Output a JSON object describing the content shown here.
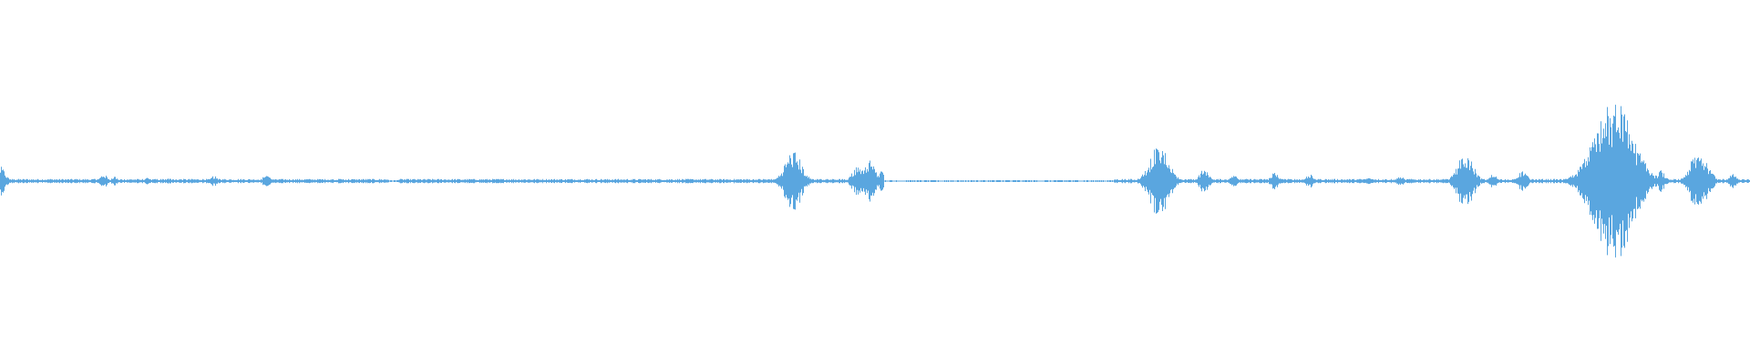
{
  "waveform": {
    "color": "#5aa6df",
    "duration_fraction_visible": 1.0,
    "baseline_amplitude": 0.008,
    "quiet_regions": [
      [
        0.222,
        0.227
      ],
      [
        0.505,
        0.636
      ]
    ],
    "peaks": [
      {
        "t": 0.0,
        "amp": 0.08
      },
      {
        "t": 0.059,
        "amp": 0.04
      },
      {
        "t": 0.065,
        "amp": 0.025
      },
      {
        "t": 0.084,
        "amp": 0.02
      },
      {
        "t": 0.096,
        "amp": 0.02
      },
      {
        "t": 0.122,
        "amp": 0.03
      },
      {
        "t": 0.152,
        "amp": 0.04
      },
      {
        "t": 0.194,
        "amp": 0.015
      },
      {
        "t": 0.453,
        "amp": 0.17
      },
      {
        "t": 0.49,
        "amp": 0.09
      },
      {
        "t": 0.496,
        "amp": 0.12
      },
      {
        "t": 0.504,
        "amp": 0.06
      },
      {
        "t": 0.662,
        "amp": 0.2
      },
      {
        "t": 0.668,
        "amp": 0.09
      },
      {
        "t": 0.688,
        "amp": 0.07
      },
      {
        "t": 0.705,
        "amp": 0.04
      },
      {
        "t": 0.728,
        "amp": 0.05
      },
      {
        "t": 0.748,
        "amp": 0.04
      },
      {
        "t": 0.782,
        "amp": 0.02
      },
      {
        "t": 0.8,
        "amp": 0.03
      },
      {
        "t": 0.832,
        "amp": 0.05
      },
      {
        "t": 0.837,
        "amp": 0.16
      },
      {
        "t": 0.853,
        "amp": 0.04
      },
      {
        "t": 0.87,
        "amp": 0.06
      },
      {
        "t": 0.9,
        "amp": 0.03
      },
      {
        "t": 0.922,
        "amp": 0.45
      },
      {
        "t": 0.918,
        "amp": 0.2
      },
      {
        "t": 0.927,
        "amp": 0.12
      },
      {
        "t": 0.949,
        "amp": 0.06
      },
      {
        "t": 0.97,
        "amp": 0.16
      },
      {
        "t": 0.975,
        "amp": 0.1
      },
      {
        "t": 0.99,
        "amp": 0.04
      }
    ]
  }
}
